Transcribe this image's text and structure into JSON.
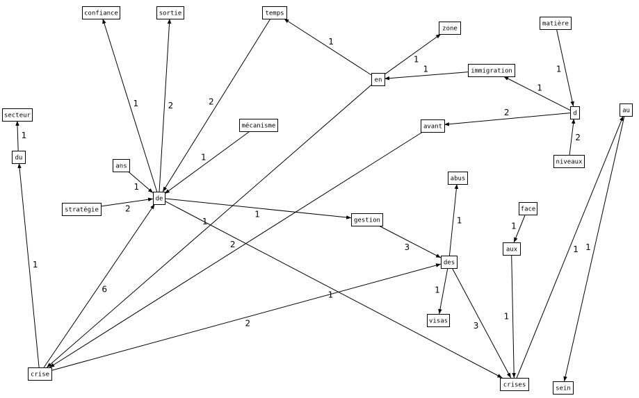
{
  "graph": {
    "nodes": [
      {
        "id": "confiance",
        "label": "confiance"
      },
      {
        "id": "sortie",
        "label": "sortie"
      },
      {
        "id": "temps",
        "label": "temps"
      },
      {
        "id": "zone",
        "label": "zone"
      },
      {
        "id": "matiere",
        "label": "matière"
      },
      {
        "id": "secteur",
        "label": "secteur"
      },
      {
        "id": "du",
        "label": "du"
      },
      {
        "id": "en",
        "label": "en"
      },
      {
        "id": "immigration",
        "label": "immigration"
      },
      {
        "id": "d",
        "label": "d"
      },
      {
        "id": "au",
        "label": "au"
      },
      {
        "id": "mecanisme",
        "label": "mécanisme"
      },
      {
        "id": "avant",
        "label": "avant"
      },
      {
        "id": "niveaux",
        "label": "niveaux"
      },
      {
        "id": "ans",
        "label": "ans"
      },
      {
        "id": "de",
        "label": "de"
      },
      {
        "id": "abus",
        "label": "abus"
      },
      {
        "id": "strategie",
        "label": "stratégie"
      },
      {
        "id": "face",
        "label": "face"
      },
      {
        "id": "gestion",
        "label": "gestion"
      },
      {
        "id": "aux",
        "label": "aux"
      },
      {
        "id": "des",
        "label": "des"
      },
      {
        "id": "visas",
        "label": "visas"
      },
      {
        "id": "crise",
        "label": "crise"
      },
      {
        "id": "crises",
        "label": "crises"
      },
      {
        "id": "sein",
        "label": "sein"
      }
    ],
    "edges": [
      {
        "from": "de",
        "to": "confiance",
        "label": "1"
      },
      {
        "from": "de",
        "to": "sortie",
        "label": "2"
      },
      {
        "from": "temps",
        "to": "de",
        "label": "2"
      },
      {
        "from": "mecanisme",
        "to": "de",
        "label": "1"
      },
      {
        "from": "ans",
        "to": "de",
        "label": "1"
      },
      {
        "from": "strategie",
        "to": "de",
        "label": "2"
      },
      {
        "from": "de",
        "to": "gestion",
        "label": "1"
      },
      {
        "from": "gestion",
        "to": "des",
        "label": "3"
      },
      {
        "from": "de",
        "to": "crises",
        "label": "1"
      },
      {
        "from": "crise",
        "to": "de",
        "label": "6"
      },
      {
        "from": "crise",
        "to": "du",
        "label": "1"
      },
      {
        "from": "du",
        "to": "secteur",
        "label": "1"
      },
      {
        "from": "en",
        "to": "temps",
        "label": "1"
      },
      {
        "from": "en",
        "to": "zone",
        "label": "1"
      },
      {
        "from": "immigration",
        "to": "en",
        "label": "1"
      },
      {
        "from": "d",
        "to": "immigration",
        "label": "1"
      },
      {
        "from": "matiere",
        "to": "d",
        "label": "1"
      },
      {
        "from": "niveaux",
        "to": "d",
        "label": "2"
      },
      {
        "from": "d",
        "to": "avant",
        "label": "2"
      },
      {
        "from": "avant",
        "to": "crise",
        "label": "2"
      },
      {
        "from": "en",
        "to": "crise",
        "label": "1"
      },
      {
        "from": "crise",
        "to": "des",
        "label": "2"
      },
      {
        "from": "des",
        "to": "abus",
        "label": "1"
      },
      {
        "from": "des",
        "to": "visas",
        "label": "1"
      },
      {
        "from": "des",
        "to": "crises",
        "label": "3"
      },
      {
        "from": "face",
        "to": "aux",
        "label": "1"
      },
      {
        "from": "aux",
        "to": "crises",
        "label": "1"
      },
      {
        "from": "crises",
        "to": "au",
        "label": "1"
      },
      {
        "from": "au",
        "to": "sein",
        "label": "1"
      }
    ]
  }
}
